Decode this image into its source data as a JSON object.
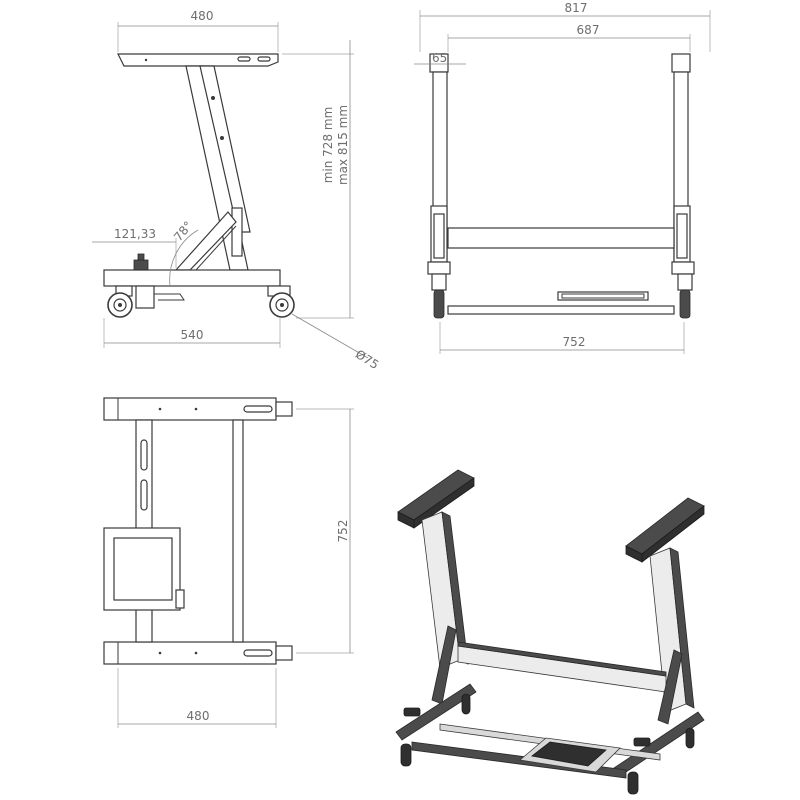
{
  "drawing": {
    "views": {
      "side": {
        "dims": {
          "top_width": "480",
          "base_width": "540",
          "offset": "121,33",
          "angle": "78°",
          "height_min": "min 728 mm",
          "height_max": "max 815 mm",
          "wheel": "Ø75"
        }
      },
      "front": {
        "dims": {
          "overall_width": "817",
          "inner_width": "687",
          "column_width": "65",
          "base_width": "752"
        }
      },
      "top": {
        "dims": {
          "depth": "752",
          "width": "480"
        }
      },
      "iso": {}
    }
  }
}
